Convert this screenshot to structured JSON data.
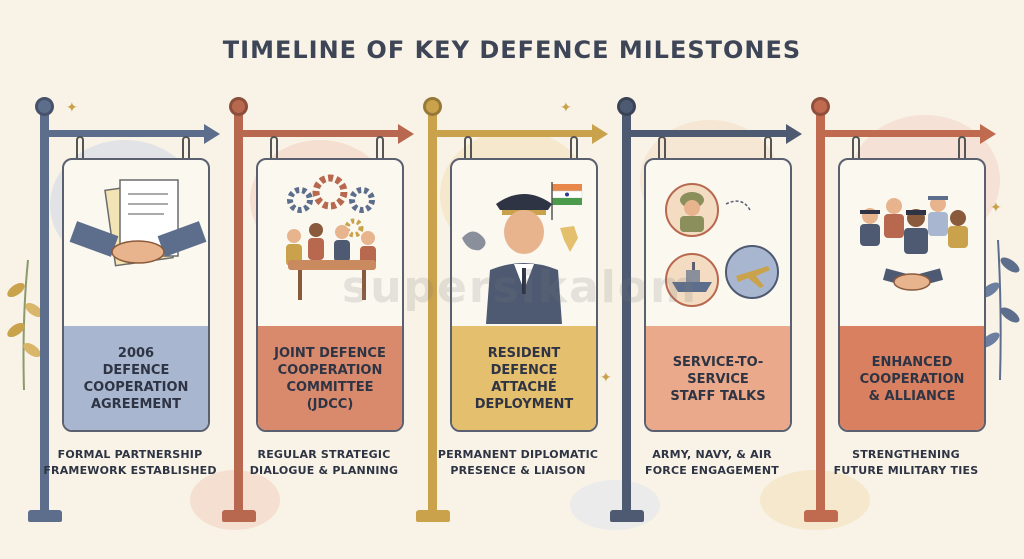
{
  "title": "TIMELINE OF KEY DEFENCE MILESTONES",
  "watermark": "supersikalom",
  "milestones": [
    {
      "label": "2006\nDEFENCE\nCOOPERATION\nAGREEMENT",
      "description": "FORMAL PARTNERSHIP\nFRAMEWORK ESTABLISHED",
      "color": "#5d6e8c",
      "label_bg": "#a8b6d0",
      "icon": "handshake-document-icon"
    },
    {
      "label": "JOINT DEFENCE\nCOOPERATION\nCOMMITTEE\n(JDCC)",
      "description": "REGULAR STRATEGIC\nDIALOGUE & PLANNING",
      "color": "#b8684f",
      "label_bg": "#d98a6c",
      "icon": "meeting-gears-icon"
    },
    {
      "label": "RESIDENT DEFENCE\nATTACHÉ\nDEPLOYMENT",
      "description": "PERMANENT DIPLOMATIC\nPRESENCE & LIAISON",
      "color": "#c9a24b",
      "label_bg": "#e3bf6e",
      "icon": "attache-officer-icon"
    },
    {
      "label": "SERVICE-TO-SERVICE\nSTAFF TALKS",
      "description": "ARMY, NAVY, & AIR\nFORCE ENGAGEMENT",
      "color": "#4e5a72",
      "label_bg": "#eaa98a",
      "icon": "army-navy-airforce-icon"
    },
    {
      "label": "ENHANCED\nCOOPERATION\n& ALLIANCE",
      "description": "STRENGTHENING\nFUTURE MILITARY TIES",
      "color": "#c06a50",
      "label_bg": "#d98060",
      "icon": "military-alliance-icon"
    }
  ]
}
